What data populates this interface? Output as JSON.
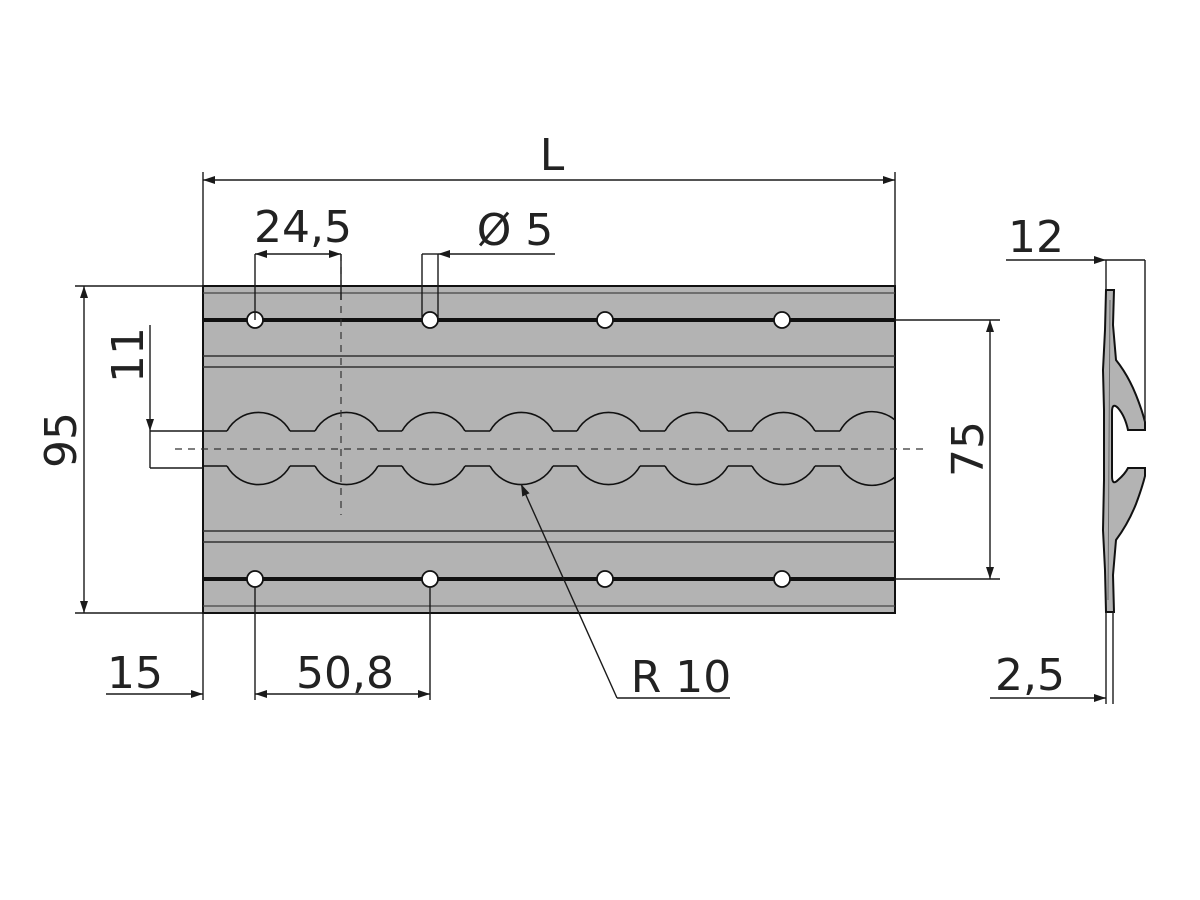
{
  "drawing": {
    "colors": {
      "plate_fill": "#b3b3b3",
      "line": "#111111",
      "hole_fill": "#ffffff",
      "background": "#ffffff"
    },
    "dimensions": {
      "length": "L",
      "slot_pitch": "24,5",
      "hole_diameter": "Ø 5",
      "slot_offset": "11",
      "overall_width": "95",
      "hole_row_spacing": "75",
      "end_offset": "15",
      "hole_pitch": "50,8",
      "slot_radius": "R 10",
      "profile_height": "12",
      "thickness": "2,5"
    }
  }
}
